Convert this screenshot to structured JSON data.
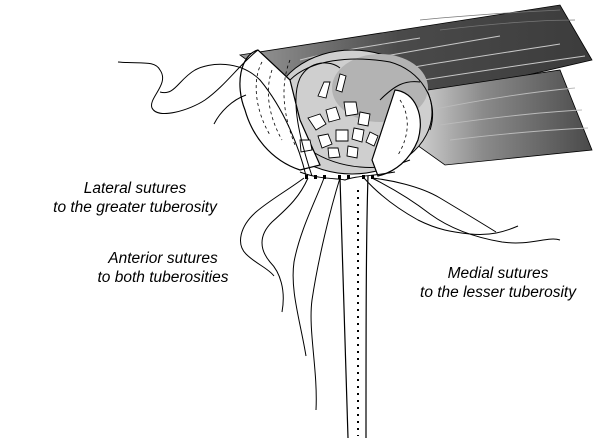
{
  "labels": {
    "lateral": {
      "line1": "Lateral sutures",
      "line2": "to the greater tuberosity"
    },
    "anterior": {
      "line1": "Anterior sutures",
      "line2": "to both tuberosities"
    },
    "medial": {
      "line1": "Medial sutures",
      "line2": "to the lesser tuberosity"
    }
  },
  "colors": {
    "line": "#000000",
    "muscle_dark": "#555555",
    "muscle_light": "#d9d9d9",
    "bone_shade": "#bdbdbd",
    "background": "#ffffff"
  }
}
